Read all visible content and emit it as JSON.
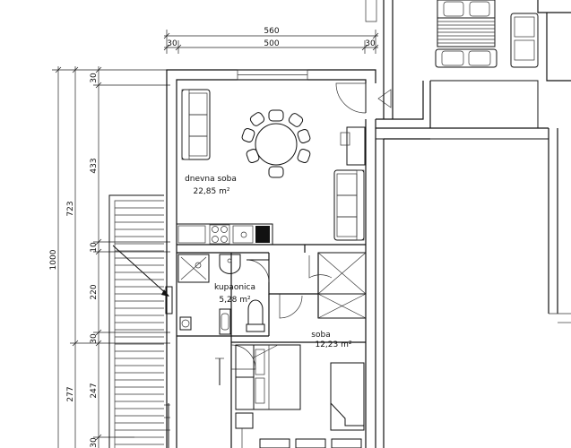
{
  "dimensions": {
    "top_total": "560",
    "top_left": "30",
    "top_mid": "500",
    "top_right": "30",
    "left_outer": "1000",
    "left_mid": "723",
    "left_mid_lower": "277",
    "left_inner": [
      "30",
      "433",
      "10",
      "220",
      "30",
      "247",
      "30"
    ]
  },
  "rooms": [
    {
      "name": "dnevna soba",
      "area": "22,85 m²"
    },
    {
      "name": "kupaonica",
      "area": "5,28 m²"
    },
    {
      "name": "soba",
      "area": "12,23 m²"
    }
  ]
}
